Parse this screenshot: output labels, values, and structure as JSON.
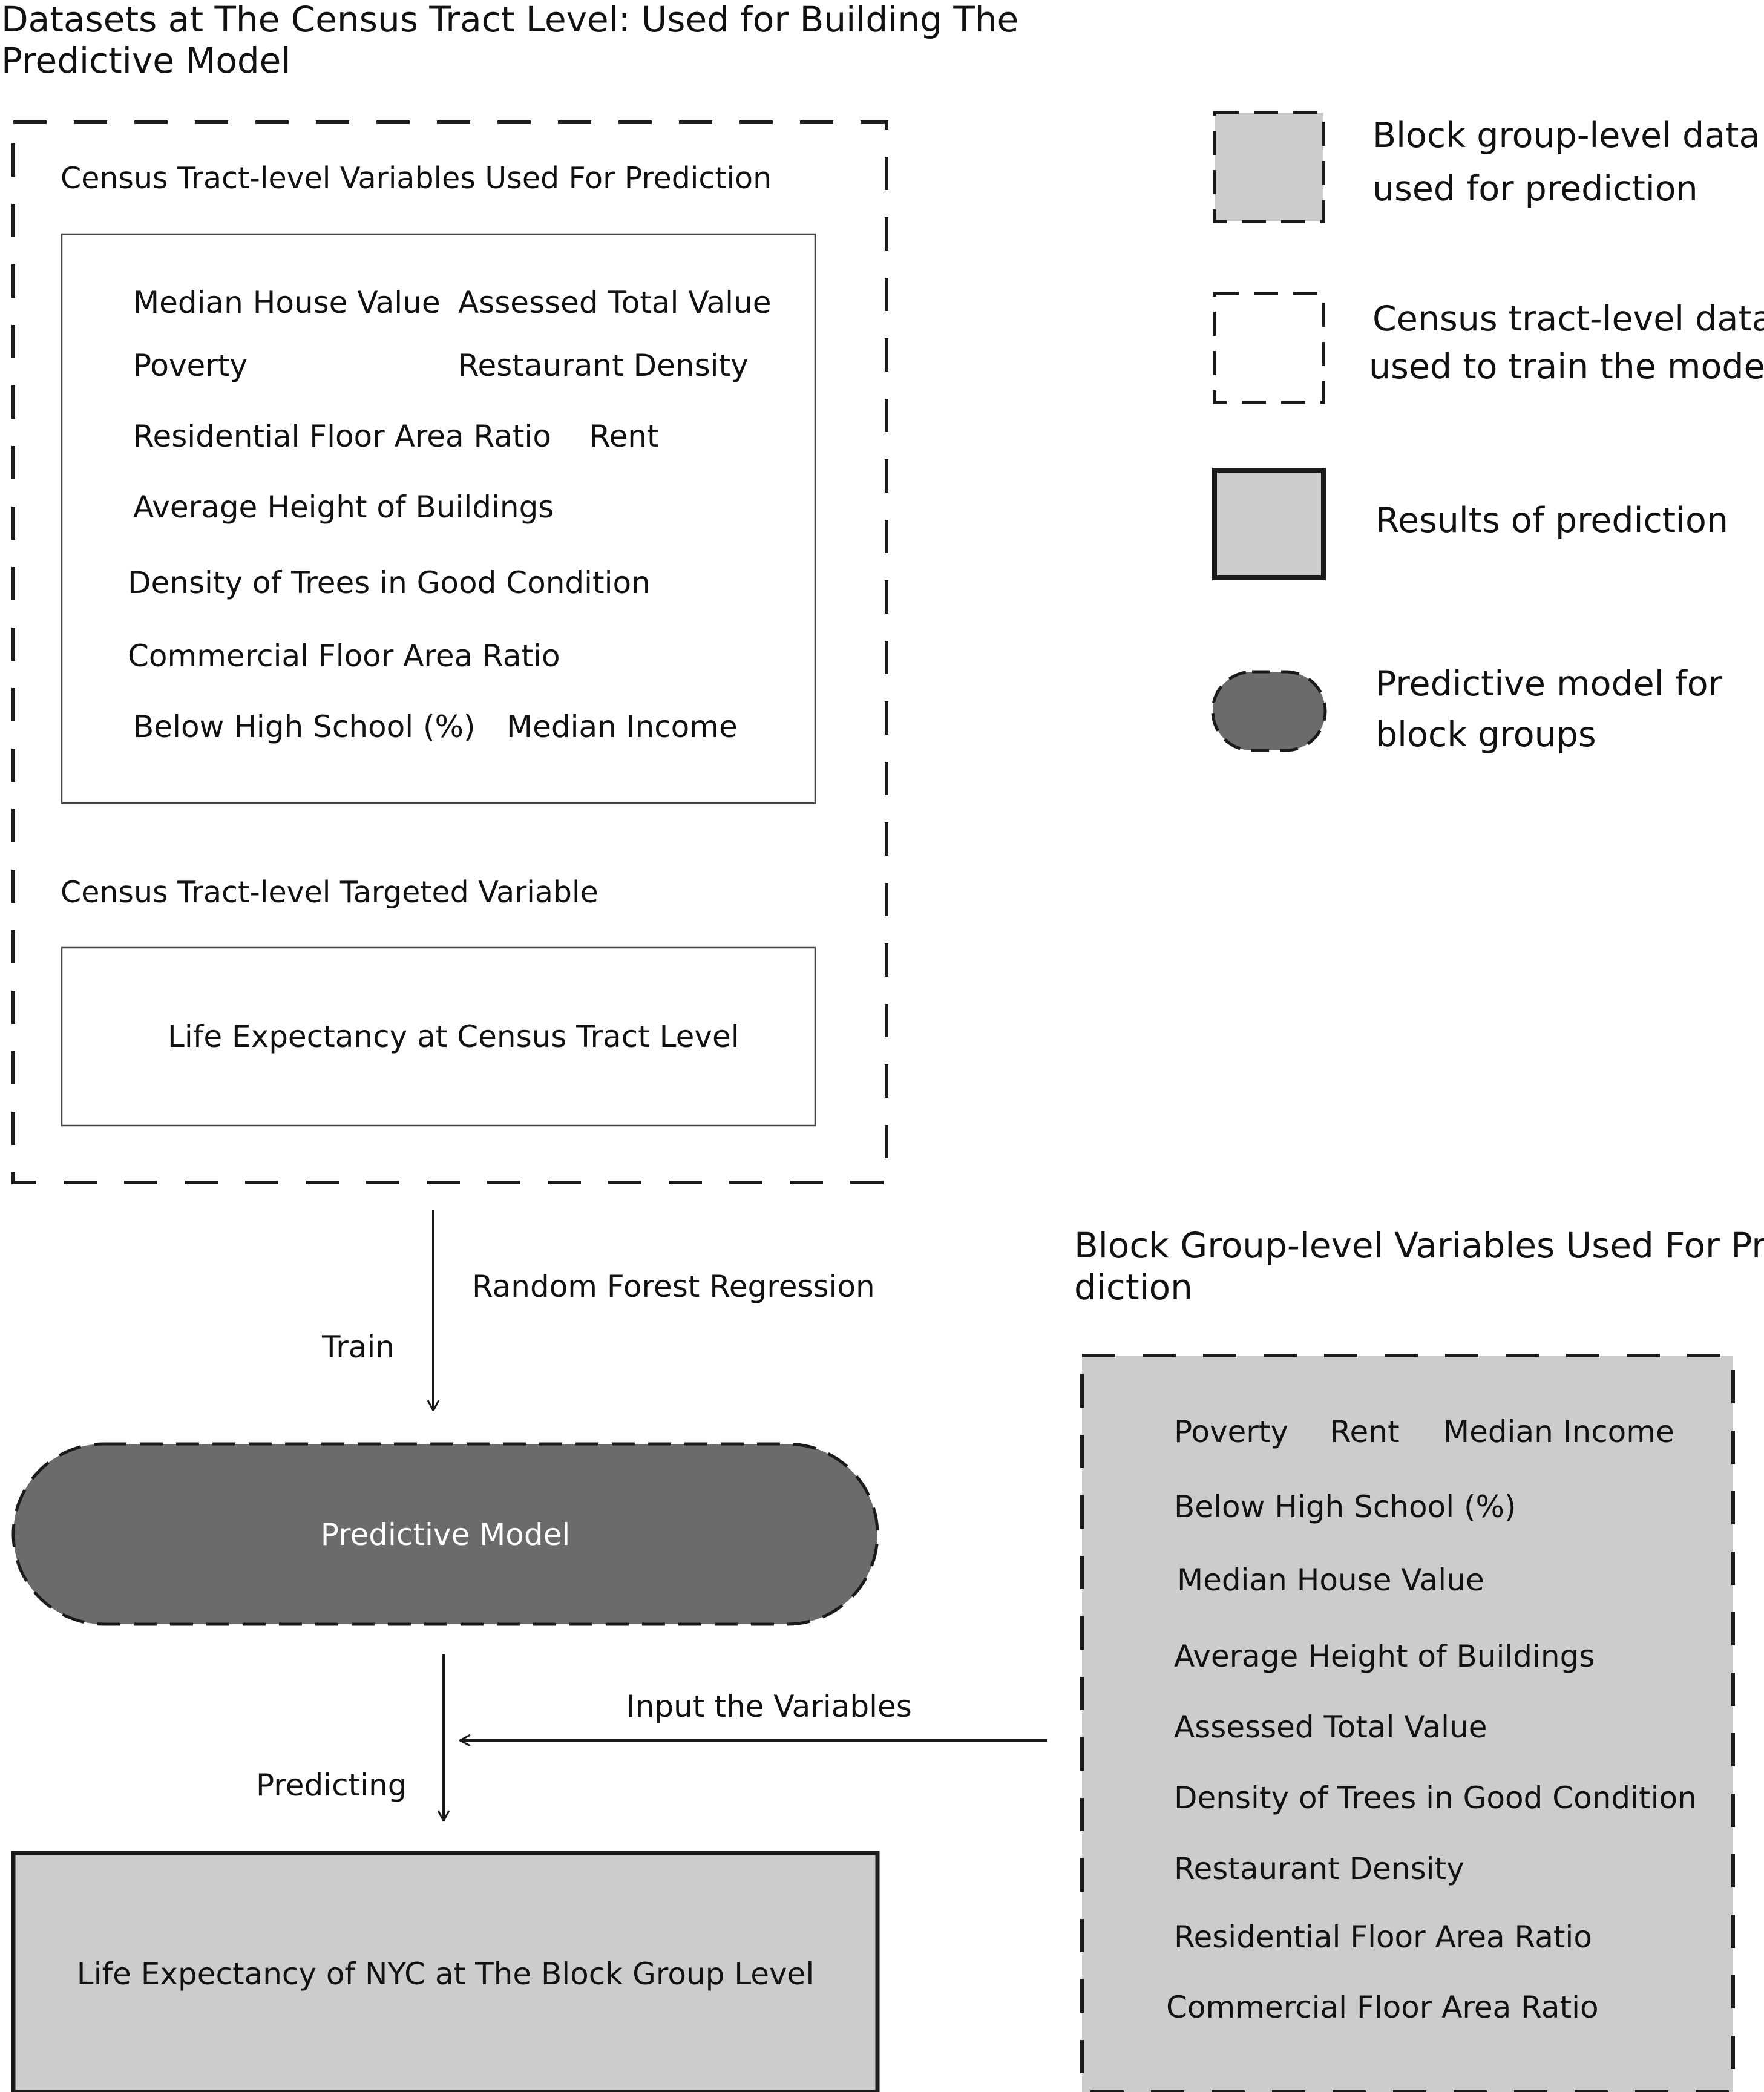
{
  "colors": {
    "light_fill": "#cccccc",
    "dark_fill": "#6b6b6b",
    "stroke": "#1a1a1a"
  },
  "title": {
    "line1": "Datasets at The Census Tract Level: Used for Building The",
    "line2": "Predictive Model"
  },
  "tract_panel": {
    "predictors_heading": "Census Tract-level Variables Used For Prediction",
    "predictors": [
      "Median House Value",
      "Assessed Total Value",
      "Poverty",
      "Restaurant Density",
      "Residential Floor Area Ratio",
      "Rent",
      "Average Height of Buildings",
      "Density of Trees in Good Condition",
      "Commercial Floor Area Ratio",
      "Below High School (%)",
      "Median Income"
    ],
    "target_heading": "Census Tract-level Targeted Variable",
    "target": "Life Expectancy at Census Tract Level"
  },
  "flow": {
    "method": "Random Forest Regression",
    "train": "Train",
    "model": "Predictive Model",
    "input": "Input the Variables",
    "predicting": "Predicting",
    "result": "Life Expectancy of NYC at The Block Group Level"
  },
  "block_panel": {
    "heading_line1": "Block Group-level Variables Used For Pre-",
    "heading_line2": "diction",
    "variables": [
      "Poverty",
      "Rent",
      "Median Income",
      "Below High School (%)",
      "Median House Value",
      "Average Height of Buildings",
      "Assessed Total Value",
      "Density of Trees in Good Condition",
      "Restaurant Density",
      "Residential Floor Area Ratio",
      "Commercial Floor Area Ratio"
    ]
  },
  "legend": [
    {
      "line1": "Block group-level data",
      "line2": "used for prediction"
    },
    {
      "line1": "Census tract-level data",
      "line2": "used to train the model"
    },
    {
      "line1": "Results of prediction",
      "line2": ""
    },
    {
      "line1": "Predictive model for",
      "line2": "block groups"
    }
  ]
}
